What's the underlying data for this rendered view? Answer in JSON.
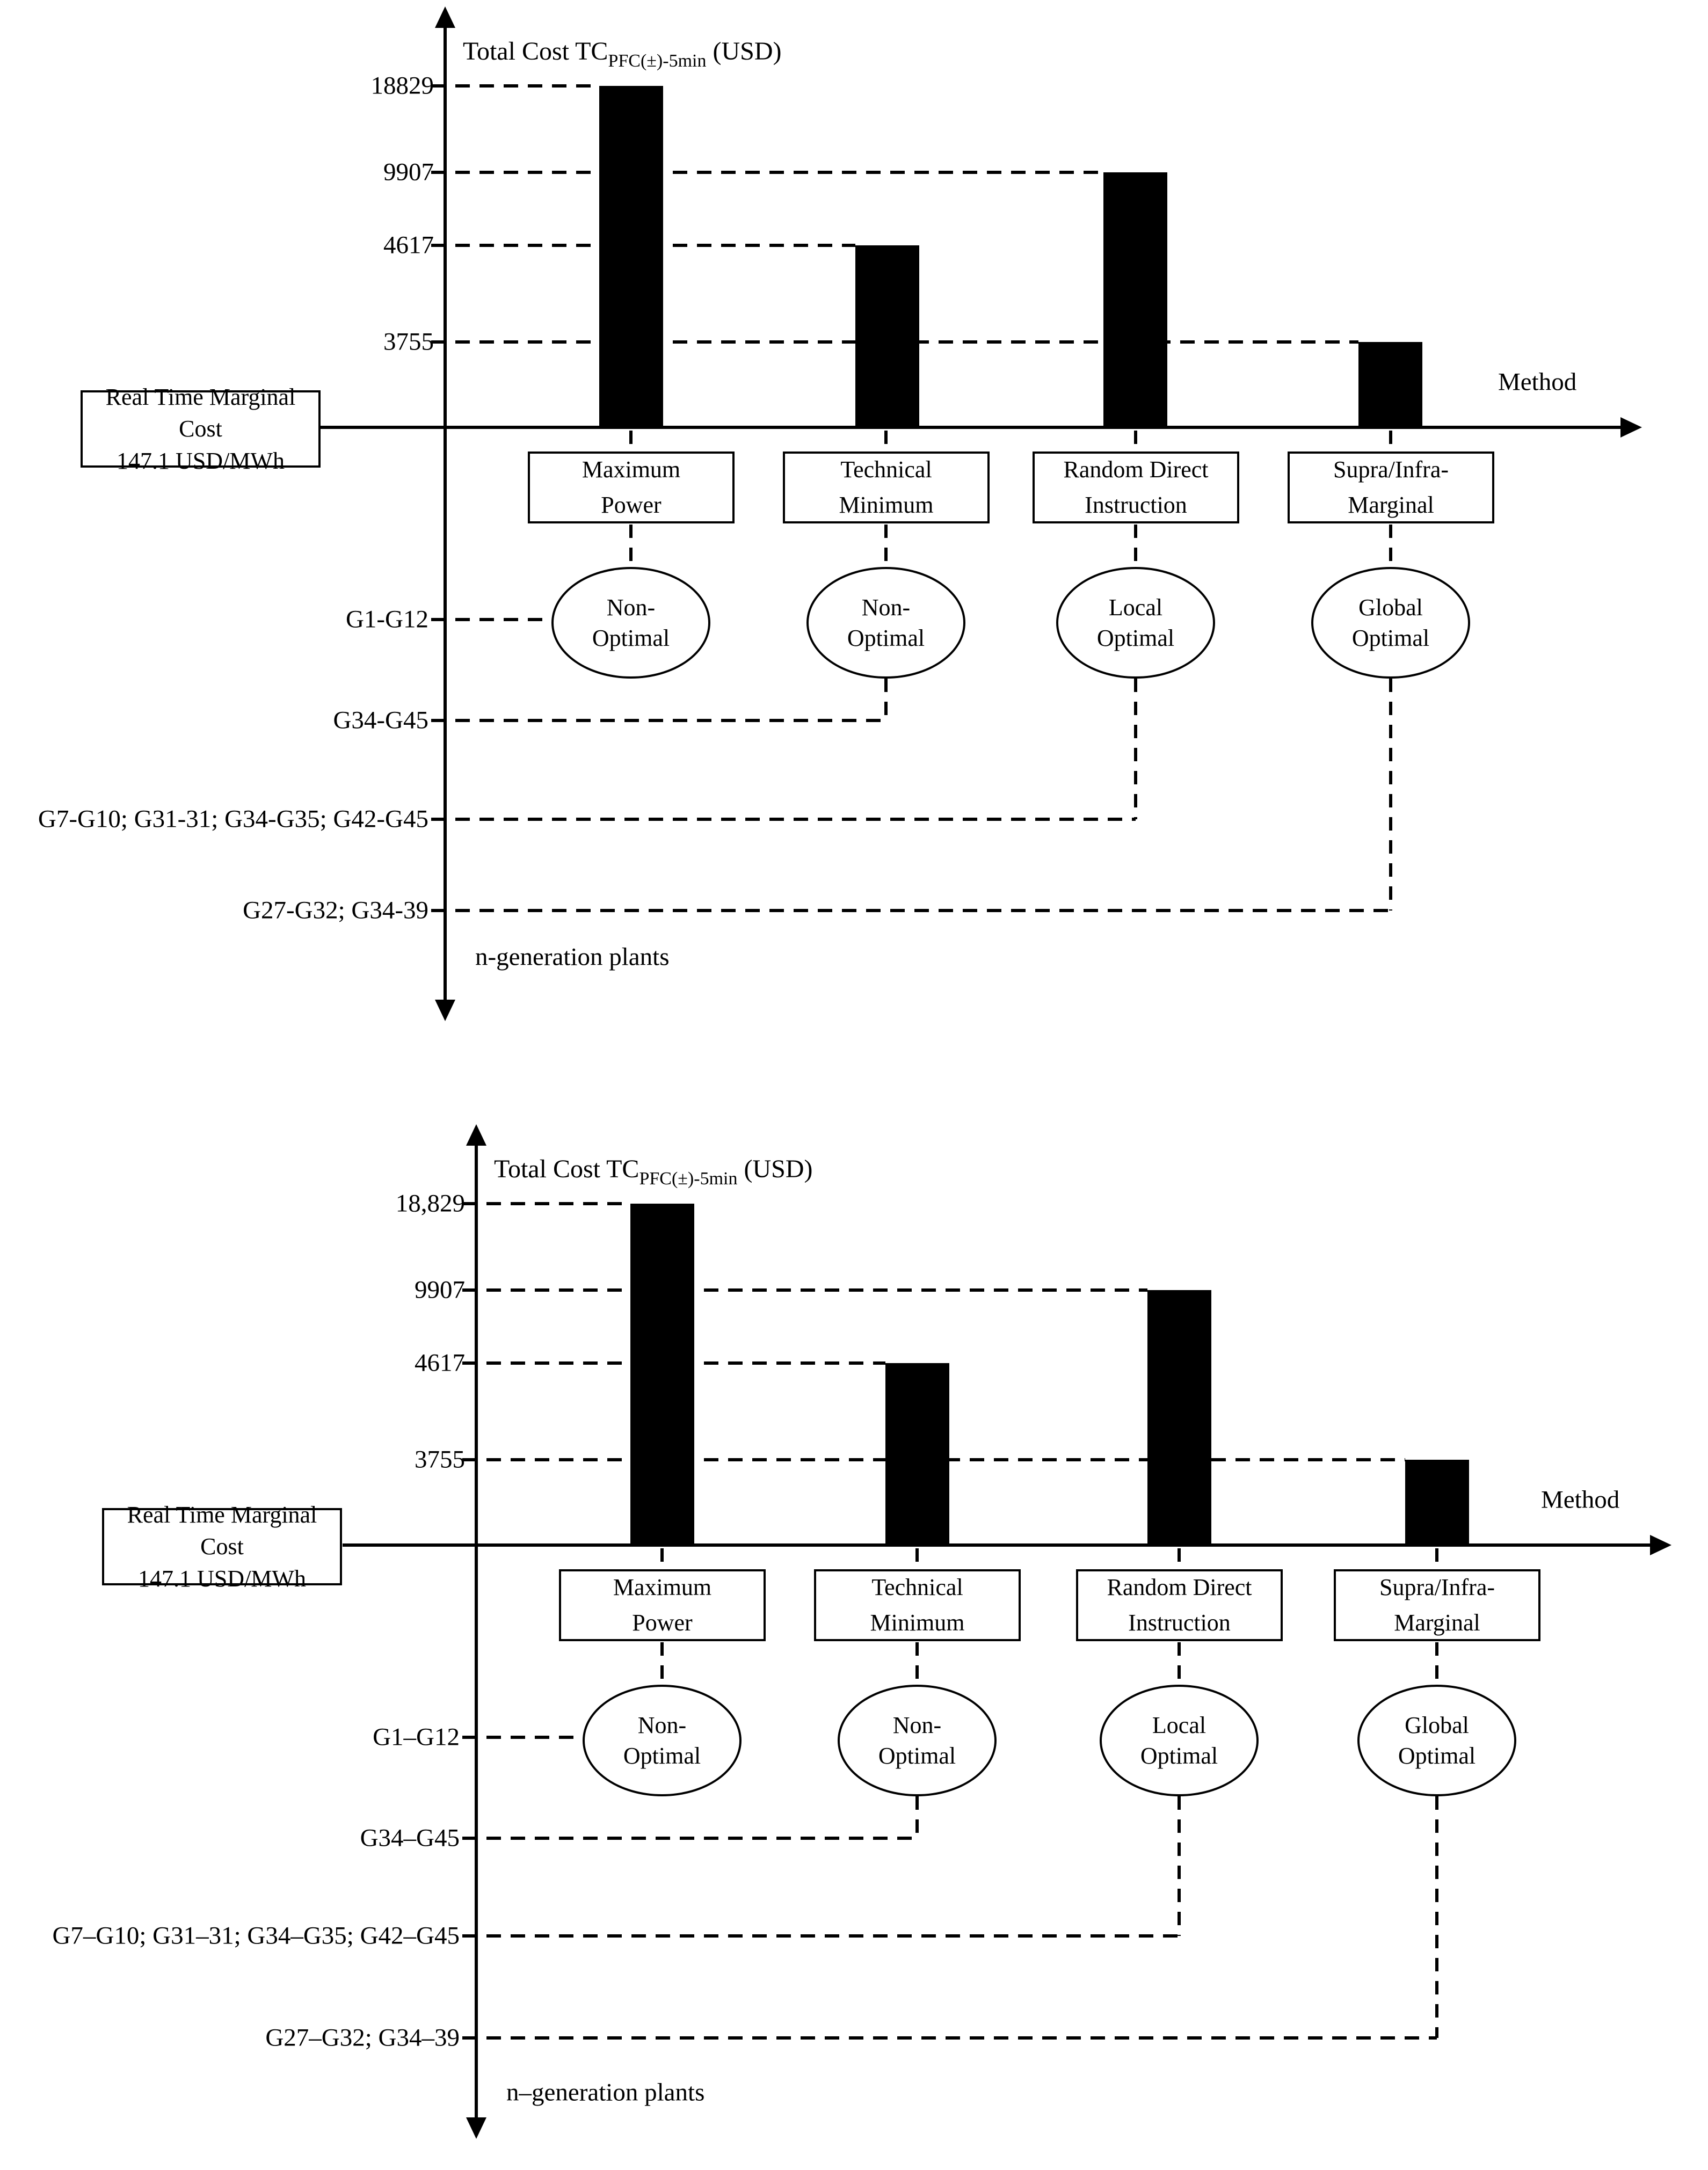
{
  "charts": [
    {
      "title_prefix": "Total Cost TC",
      "title_sub": "PFC(±)-5min",
      "title_suffix": " (USD)",
      "method_axis_label": "Method",
      "plants_axis_label": "n-generation plants",
      "marginal_cost_note": "Real Time Marginal Cost\n147.1 USD/MWh",
      "yticks": [
        "18829",
        "9907",
        "4617",
        "3755"
      ],
      "methods": [
        "Maximum\nPower",
        "Technical\nMinimum",
        "Random Direct\nInstruction",
        "Supra/Infra-\nMarginal"
      ],
      "optimality": [
        "Non-\nOptimal",
        "Non-\nOptimal",
        "Local\nOptimal",
        "Global\nOptimal"
      ],
      "groups": [
        "G1-G12",
        "G34-G45",
        "G7-G10; G31-31; G34-G35; G42-G45",
        "G27-G32; G34-39"
      ]
    },
    {
      "title_prefix": "Total Cost TC",
      "title_sub": "PFC(±)-5min",
      "title_suffix": " (USD)",
      "method_axis_label": "Method",
      "plants_axis_label": "n–generation plants",
      "marginal_cost_note": "Real Time Marginal Cost\n147.1 USD/MWh",
      "yticks": [
        "18,829",
        "9907",
        "4617",
        "3755"
      ],
      "methods": [
        "Maximum\nPower",
        "Technical\nMinimum",
        "Random Direct\nInstruction",
        "Supra/Infra-\nMarginal"
      ],
      "optimality": [
        "Non-\nOptimal",
        "Non-\nOptimal",
        "Local\nOptimal",
        "Global\nOptimal"
      ],
      "groups": [
        "G1–G12",
        "G34–G45",
        "G7–G10; G31–31; G34–G35; G42–G45",
        "G27–G32; G34–39"
      ]
    }
  ],
  "chart_data": [
    {
      "type": "bar",
      "title": "Total Cost TC_PFC(±)-5min (USD)",
      "xlabel": "Method",
      "ylabel": "Total Cost (USD)",
      "categories": [
        "Maximum Power",
        "Technical Minimum",
        "Random Direct Instruction",
        "Supra/Infra-Marginal"
      ],
      "values": [
        18829,
        4617,
        9907,
        3755
      ],
      "ytick_labels": [
        "18829",
        "9907",
        "4617",
        "3755"
      ],
      "bar_color": "#000000",
      "grid": "dashed horizontal line at each bar top, from y-axis to bar",
      "legend_position": "none",
      "baseline_annotation": "Real Time Marginal Cost 147.1 USD/MWh",
      "bar_annotations": [
        "Non-Optimal",
        "Non-Optimal",
        "Local Optimal",
        "Global Optimal"
      ],
      "generator_groups": [
        "G1-G12",
        "G34-G45",
        "G7-G10; G31-31; G34-G35; G42-G45",
        "G27-G32; G34-39"
      ],
      "secondary_axis_label": "n-generation plants"
    },
    {
      "type": "bar",
      "title": "Total Cost TC_PFC(±)-5min (USD)",
      "xlabel": "Method",
      "ylabel": "Total Cost (USD)",
      "categories": [
        "Maximum Power",
        "Technical Minimum",
        "Random Direct Instruction",
        "Supra/Infra-Marginal"
      ],
      "values": [
        18829,
        4617,
        9907,
        3755
      ],
      "ytick_labels": [
        "18,829",
        "9907",
        "4617",
        "3755"
      ],
      "bar_color": "#000000",
      "grid": "dashed horizontal line at each bar top, from y-axis to bar",
      "legend_position": "none",
      "baseline_annotation": "Real Time Marginal Cost 147.1 USD/MWh",
      "bar_annotations": [
        "Non-Optimal",
        "Non-Optimal",
        "Local Optimal",
        "Global Optimal"
      ],
      "generator_groups": [
        "G1–G12",
        "G34–G45",
        "G7–G10; G31–31; G34–G35; G42–G45",
        "G27–G32; G34–39"
      ],
      "secondary_axis_label": "n–generation plants"
    }
  ]
}
